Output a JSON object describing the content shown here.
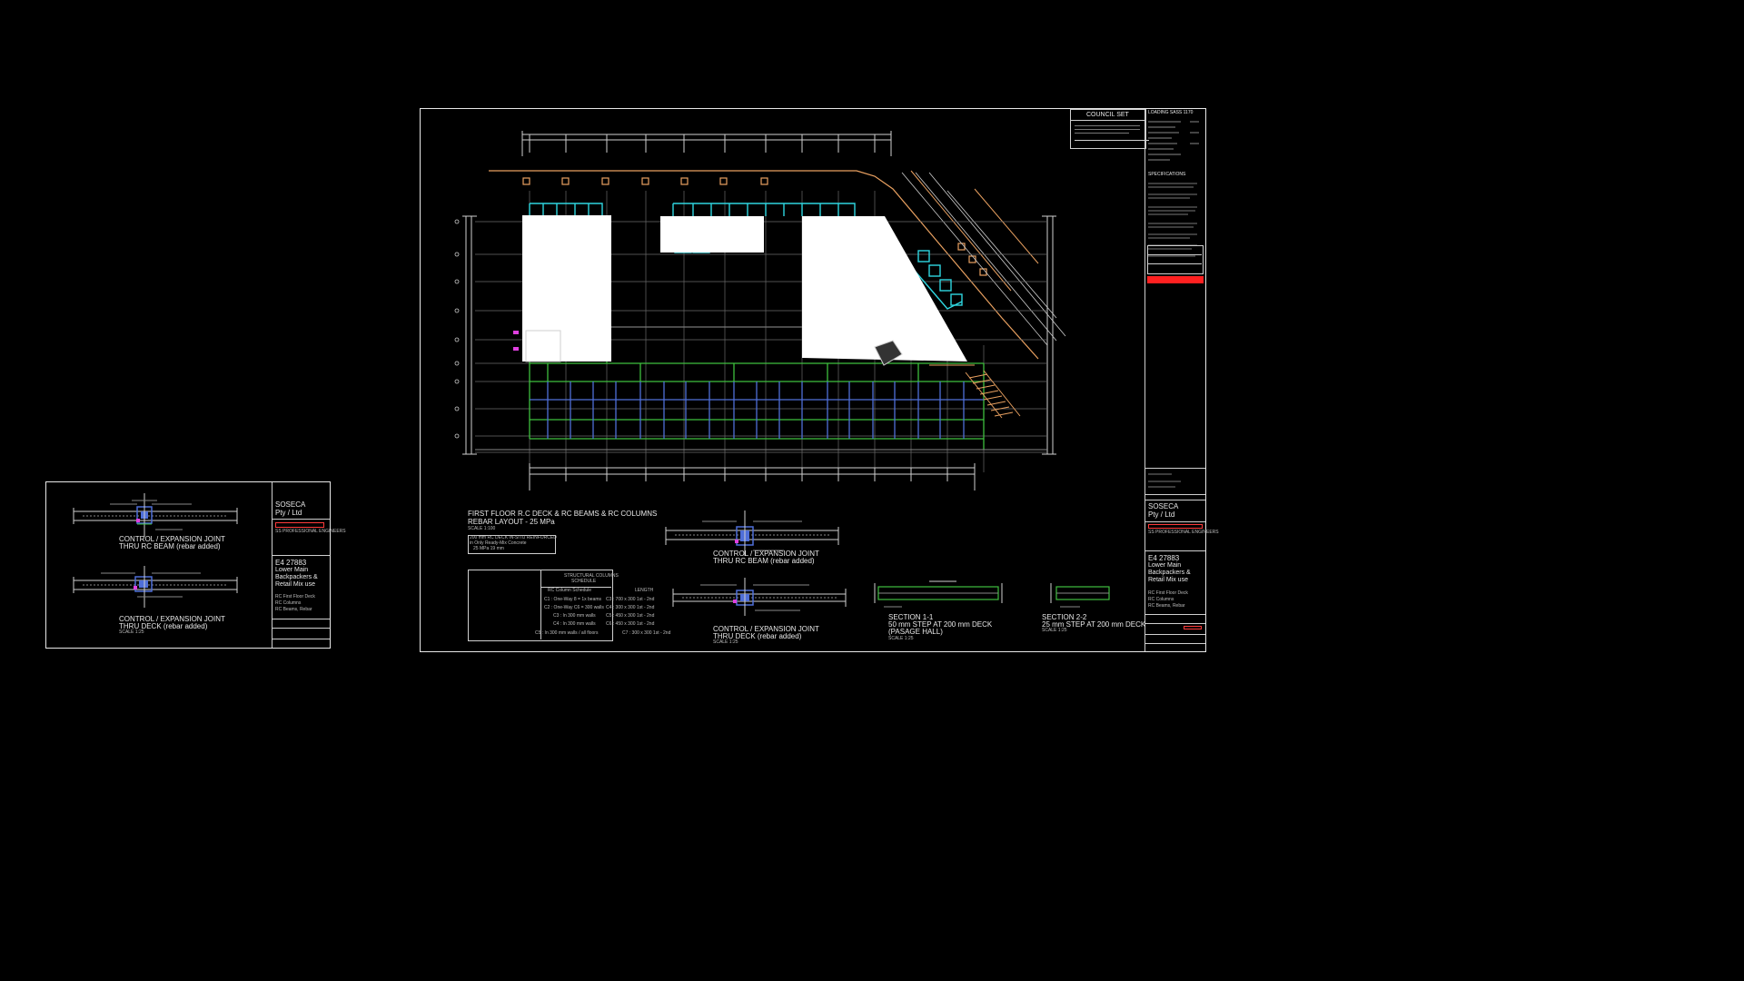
{
  "small_sheet": {
    "detail_top": {
      "title_line1": "CONTROL / EXPANSION JOINT",
      "title_line2": "THRU RC BEAM (rebar added)"
    },
    "detail_bottom": {
      "title_line1": "CONTROL / EXPANSION JOINT",
      "title_line2": "THRU DECK (rebar added)",
      "scale": "SCALE 1:25"
    },
    "title_block": {
      "company_line1": "SOSECA",
      "company_line2": "Pty / Ltd",
      "engineer": "SS PROFESSIONAL ENGINEERS",
      "job_number": "E4 27883",
      "project_line1": "Lower Main",
      "project_line2": "Backpackers &",
      "project_line3": "Retail Mix use",
      "sheet_line1": "RC First Floor Deck",
      "sheet_line2": "RC Columns",
      "sheet_line3": "RC Beams, Rebar"
    }
  },
  "main_sheet": {
    "council": {
      "header": "COUNCIL SET"
    },
    "loading": {
      "header": "LOADING SASS 1170"
    },
    "specifications": {
      "header": "SPECIFICATIONS"
    },
    "plan": {
      "title_line1": "FIRST FLOOR R.C DECK & RC BEAMS & RC COLUMNS",
      "title_line2": "REBAR LAYOUT - 25 MPa",
      "scale": "SCALE 1:100"
    },
    "deck_note": {
      "line1": "200 mm RC DECK IN-SITU REINFORCED",
      "line2": "in Only Ready-Mix Concrete",
      "line3": "25 MPa 19 mm"
    },
    "schedule": {
      "title_line1": "STRUCTURAL COLUMNS",
      "title_line2": "SCHEDULE",
      "column_header_left": "RC Column Schedule",
      "column_header_right": "LENGTH",
      "rows": [
        {
          "left": "C1 : One-Way  8 = 1x beams",
          "right": "C3 : 700 x 300   1st - 2nd"
        },
        {
          "left": "C2 : One-Way   C6 = 300 walls",
          "right": "C4 : 300 x 300   1st - 2nd"
        },
        {
          "left": "C3 : In 300 mm walls",
          "right": "C5 : 450 x 300   1st - 2nd"
        },
        {
          "left": "C4 : In 300 mm walls",
          "right": "C6 : 450 x 300   1st - 2nd"
        },
        {
          "left": "C5 : In 300 mm walls / all floors",
          "right": "C7 : 300 x 300   1st - 2nd"
        }
      ]
    },
    "detail_beam": {
      "title_line1": "CONTROL / EXPANSION JOINT",
      "title_line2": "THRU RC BEAM (rebar added)"
    },
    "detail_deck": {
      "title_line1": "CONTROL / EXPANSION JOINT",
      "title_line2": "THRU DECK (rebar added)",
      "scale": "SCALE 1:25"
    },
    "section_1": {
      "title_line1": "SECTION 1-1",
      "title_line2": "50 mm STEP AT 200 mm DECK",
      "title_line3": "(PASAGE HALL)",
      "scale": "SCALE 1:25"
    },
    "section_2": {
      "title_line1": "SECTION 2-2",
      "title_line2": "25 mm STEP AT 200 mm DECK",
      "scale": "SCALE 1:25"
    },
    "title_block": {
      "company_line1": "SOSECA",
      "company_line2": "Pty / Ltd",
      "engineer": "SS PROFESSIONAL ENGINEERS",
      "job_number": "E4 27883",
      "project_line1": "Lower Main",
      "project_line2": "Backpackers &",
      "project_line3": "Retail Mix use",
      "sheet_line1": "RC First Floor Deck",
      "sheet_line2": "RC Columns",
      "sheet_line3": "RC Beams, Rebar"
    }
  },
  "colors": {
    "background": "#000000",
    "linework": "#e8e8e8",
    "beam_green": "#3fbf3f",
    "beam_blue": "#4f6fd8",
    "beam_cyan": "#2fd6e0",
    "column_orange": "#e8a060",
    "rebar_magenta": "#e040e0",
    "warning_red": "#ff2020",
    "void_white": "#ffffff"
  }
}
